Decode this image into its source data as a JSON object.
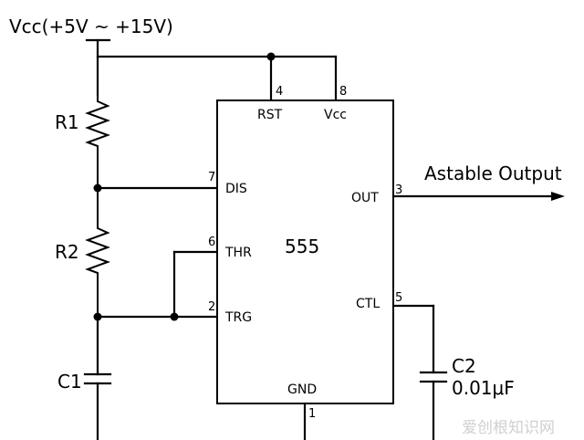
{
  "supply": {
    "label": "Vcc(+5V ~ +15V)"
  },
  "chip": {
    "name": "555",
    "pins": {
      "rst": {
        "label": "RST",
        "num": "4"
      },
      "vcc": {
        "label": "Vcc",
        "num": "8"
      },
      "dis": {
        "label": "DIS",
        "num": "7"
      },
      "thr": {
        "label": "THR",
        "num": "6"
      },
      "trg": {
        "label": "TRG",
        "num": "2"
      },
      "out": {
        "label": "OUT",
        "num": "3"
      },
      "ctl": {
        "label": "CTL",
        "num": "5"
      },
      "gnd": {
        "label": "GND",
        "num": "1"
      }
    }
  },
  "components": {
    "r1": "R1",
    "r2": "R2",
    "c1": "C1",
    "c2": {
      "name": "C2",
      "value": "0.01μF"
    }
  },
  "output": {
    "label": "Astable Output"
  },
  "watermark": {
    "text": "爱创根知识网"
  }
}
